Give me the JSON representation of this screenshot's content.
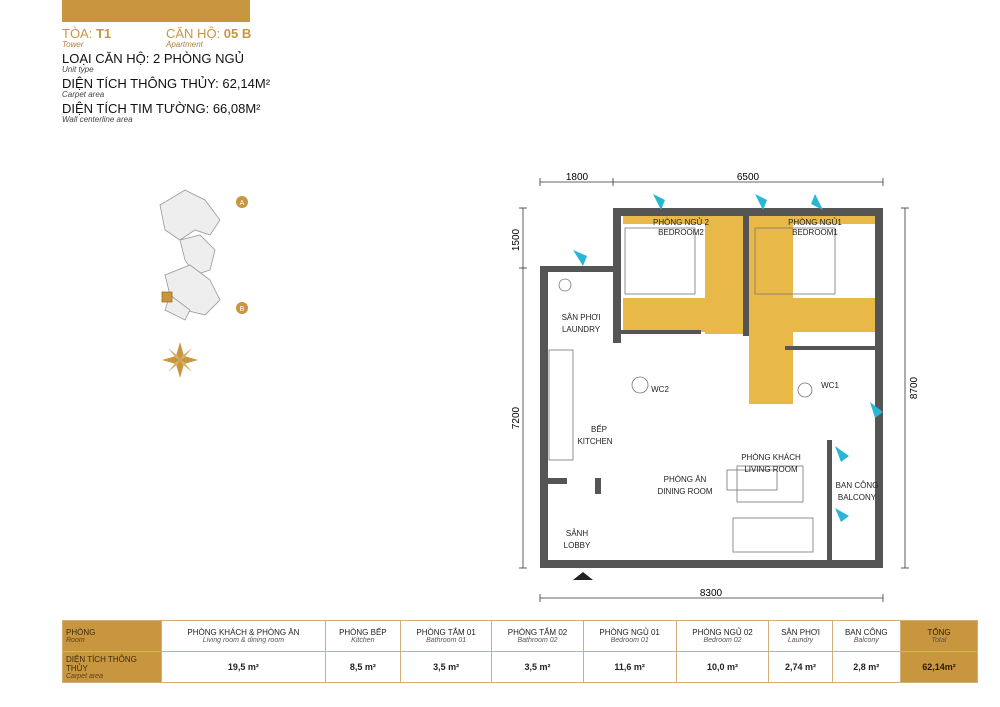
{
  "header": {
    "tower_label": "TÒA:",
    "tower_value": "T1",
    "tower_en": "Tower",
    "apartment_label": "CĂN HỘ:",
    "apartment_value": "05 B",
    "apartment_en": "Apartment",
    "unit_type": "LOẠI CĂN HỘ: 2 PHÒNG NGỦ",
    "unit_type_en": "Unit type",
    "carpet_area": "DIỆN TÍCH THÔNG THỦY: 62,14M²",
    "carpet_area_en": "Carpet area",
    "wall_area": "DIỆN TÍCH TIM TƯỜNG: 66,08M²",
    "wall_area_en": "Wall centerline area"
  },
  "keyplan": {
    "marker_a": "A",
    "marker_b": "B"
  },
  "plan": {
    "dims": {
      "top_left": "1800",
      "top_right": "6500",
      "left_top": "1500",
      "left_main": "7200",
      "right": "8700",
      "bottom": "8300"
    },
    "rooms": {
      "bedroom2_vn": "PHÒNG NGỦ 2",
      "bedroom2_en": "BEDROOM2",
      "bedroom1_vn": "PHÒNG NGỦ1",
      "bedroom1_en": "BEDROOM1",
      "laundry_vn": "SÂN PHƠI",
      "laundry_en": "LAUNDRY",
      "wc2": "WC2",
      "wc1": "WC1",
      "kitchen_vn": "BẾP",
      "kitchen_en": "KITCHEN",
      "living_vn": "PHÒNG KHÁCH",
      "living_en": "LIVING ROOM",
      "dining_vn": "PHÒNG ĂN",
      "dining_en": "DINING ROOM",
      "balcony_vn": "BAN CÔNG",
      "balcony_en": "BALCONY",
      "lobby_vn": "SẢNH",
      "lobby_en": "LOBBY"
    }
  },
  "table": {
    "row_header": {
      "vn": "PHÒNG",
      "en": "Room"
    },
    "area_header": {
      "vn": "DIỆN TÍCH THÔNG THỦY",
      "en": "Carpet area"
    },
    "columns": [
      {
        "vn": "PHÒNG KHÁCH & PHÒNG ĂN",
        "en": "Living room & dining room",
        "value": "19,5 m²"
      },
      {
        "vn": "PHÒNG BẾP",
        "en": "Kitchen",
        "value": "8,5 m²"
      },
      {
        "vn": "PHÒNG TẮM 01",
        "en": "Bathroom 01",
        "value": "3,5 m²"
      },
      {
        "vn": "PHÒNG TẮM 02",
        "en": "Bathroom 02",
        "value": "3,5 m²"
      },
      {
        "vn": "PHÒNG NGỦ 01",
        "en": "Bedroom 01",
        "value": "11,6 m²"
      },
      {
        "vn": "PHÒNG NGỦ 02",
        "en": "Bedroom 02",
        "value": "10,0 m²"
      },
      {
        "vn": "SÂN PHƠI",
        "en": "Laundry",
        "value": "2,74 m²"
      },
      {
        "vn": "BAN CÔNG",
        "en": "Balcony",
        "value": "2,8 m²"
      }
    ],
    "total": {
      "vn": "TỔNG",
      "en": "Total",
      "value": "62,14m²"
    }
  },
  "colors": {
    "accent": "#c8963e",
    "wall": "#555555",
    "circulation": "#e8b948",
    "door_arrow": "#29b6d6"
  }
}
